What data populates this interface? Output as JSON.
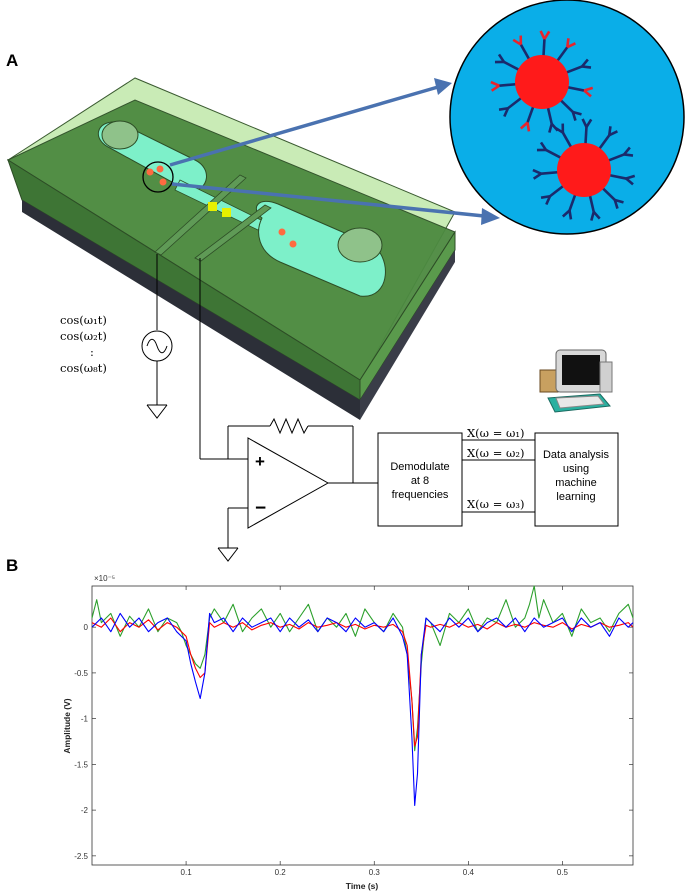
{
  "panels": {
    "a_label": "A",
    "b_label": "B"
  },
  "sources": [
    "cos(ω₁t)",
    "cos(ω₂t)",
    ":",
    "cos(ω₈t)"
  ],
  "opamp": {
    "plus": "+",
    "minus": "−"
  },
  "demod_box": [
    "Demodulate",
    "at 8",
    "frequencies"
  ],
  "outputs": [
    "X(ω = ω₁)",
    "X(ω = ω₂)",
    "X(ω = ω₃)"
  ],
  "analysis_box": [
    "Data analysis",
    "using",
    "machine",
    "learning"
  ],
  "colors": {
    "device_green": "#4a8a3e",
    "channel": "#7df0c9",
    "zoom_bg": "#0aaee8",
    "particle": "#ff1a1a",
    "antibody_dark": "#1a2a6c",
    "antibody_red": "#e8242c",
    "arrow": "#4a72b0"
  },
  "chart_data": {
    "type": "line",
    "xlabel": "Time (s)",
    "ylabel": "Amplitude (V)",
    "exponent_label": "×10⁻⁵",
    "xlim": [
      0.0,
      0.575
    ],
    "ylim": [
      -2.6,
      0.45
    ],
    "xticks": [
      0.1,
      0.2,
      0.3,
      0.4,
      0.5
    ],
    "xtick_labels": [
      "0.1",
      "0.2",
      "0.3",
      "0.4",
      "0.5"
    ],
    "yticks": [
      0,
      -0.5,
      -1,
      -1.5,
      -2,
      -2.5
    ],
    "ytick_labels": [
      "0",
      "-0.5",
      "-1",
      "-1.5",
      "-2",
      "-2.5"
    ],
    "series": [
      {
        "color": "#2ca02c",
        "x": [
          0.0,
          0.005,
          0.01,
          0.02,
          0.03,
          0.04,
          0.05,
          0.06,
          0.07,
          0.08,
          0.09,
          0.095,
          0.1,
          0.105,
          0.11,
          0.115,
          0.12,
          0.125,
          0.13,
          0.14,
          0.15,
          0.16,
          0.17,
          0.18,
          0.19,
          0.2,
          0.21,
          0.22,
          0.23,
          0.24,
          0.25,
          0.26,
          0.27,
          0.28,
          0.29,
          0.3,
          0.31,
          0.32,
          0.33,
          0.335,
          0.34,
          0.343,
          0.346,
          0.35,
          0.355,
          0.36,
          0.37,
          0.38,
          0.39,
          0.4,
          0.41,
          0.42,
          0.43,
          0.44,
          0.45,
          0.46,
          0.465,
          0.47,
          0.475,
          0.48,
          0.49,
          0.5,
          0.51,
          0.52,
          0.53,
          0.54,
          0.55,
          0.56,
          0.57,
          0.575
        ],
        "y": [
          0.1,
          0.3,
          0.05,
          0.15,
          -0.1,
          0.12,
          0.0,
          0.2,
          -0.05,
          0.1,
          0.05,
          -0.05,
          -0.2,
          -0.3,
          -0.4,
          -0.45,
          -0.3,
          0.1,
          0.2,
          0.05,
          0.25,
          -0.05,
          0.1,
          0.2,
          0.0,
          0.15,
          -0.05,
          0.1,
          0.25,
          -0.05,
          0.1,
          0.0,
          0.15,
          -0.1,
          0.2,
          0.05,
          -0.05,
          0.15,
          0.0,
          -0.3,
          -0.8,
          -1.35,
          -1.1,
          -0.4,
          0.1,
          0.05,
          -0.2,
          0.15,
          0.05,
          0.2,
          -0.05,
          0.1,
          0.05,
          0.3,
          0.0,
          0.1,
          0.25,
          0.45,
          0.1,
          0.3,
          0.05,
          0.15,
          -0.1,
          0.2,
          0.05,
          0.1,
          -0.05,
          0.15,
          0.25,
          0.1
        ]
      },
      {
        "color": "#ff0000",
        "x": [
          0.0,
          0.01,
          0.02,
          0.03,
          0.04,
          0.05,
          0.06,
          0.07,
          0.08,
          0.09,
          0.1,
          0.105,
          0.11,
          0.115,
          0.12,
          0.125,
          0.13,
          0.14,
          0.15,
          0.16,
          0.17,
          0.18,
          0.19,
          0.2,
          0.21,
          0.22,
          0.23,
          0.24,
          0.25,
          0.26,
          0.27,
          0.28,
          0.29,
          0.3,
          0.31,
          0.32,
          0.33,
          0.335,
          0.34,
          0.343,
          0.346,
          0.35,
          0.355,
          0.36,
          0.37,
          0.38,
          0.39,
          0.4,
          0.41,
          0.42,
          0.43,
          0.44,
          0.45,
          0.46,
          0.47,
          0.48,
          0.49,
          0.5,
          0.51,
          0.52,
          0.53,
          0.54,
          0.55,
          0.56,
          0.57,
          0.575
        ],
        "y": [
          0.05,
          0.0,
          0.1,
          -0.05,
          0.05,
          0.0,
          0.08,
          -0.03,
          0.05,
          0.0,
          -0.1,
          -0.3,
          -0.45,
          -0.55,
          -0.5,
          0.05,
          0.0,
          0.05,
          0.0,
          0.05,
          -0.03,
          0.02,
          0.05,
          0.0,
          0.03,
          -0.02,
          0.05,
          0.0,
          0.02,
          0.05,
          0.0,
          0.03,
          -0.02,
          0.02,
          0.0,
          0.03,
          -0.05,
          -0.2,
          -0.8,
          -1.3,
          -1.2,
          -0.3,
          0.02,
          0.0,
          0.03,
          0.0,
          0.05,
          0.0,
          0.03,
          -0.02,
          0.05,
          0.0,
          0.03,
          0.0,
          0.05,
          0.02,
          0.0,
          0.05,
          -0.02,
          0.03,
          0.0,
          0.05,
          0.0,
          0.02,
          0.05,
          0.0
        ]
      },
      {
        "color": "#0000ff",
        "x": [
          0.0,
          0.01,
          0.02,
          0.03,
          0.04,
          0.05,
          0.06,
          0.07,
          0.08,
          0.09,
          0.1,
          0.105,
          0.11,
          0.115,
          0.12,
          0.125,
          0.13,
          0.14,
          0.15,
          0.16,
          0.17,
          0.18,
          0.19,
          0.2,
          0.21,
          0.22,
          0.23,
          0.24,
          0.25,
          0.26,
          0.27,
          0.28,
          0.29,
          0.3,
          0.31,
          0.32,
          0.33,
          0.335,
          0.34,
          0.343,
          0.346,
          0.35,
          0.355,
          0.36,
          0.37,
          0.38,
          0.39,
          0.4,
          0.41,
          0.42,
          0.43,
          0.44,
          0.45,
          0.46,
          0.47,
          0.48,
          0.49,
          0.5,
          0.51,
          0.52,
          0.53,
          0.54,
          0.55,
          0.56,
          0.57,
          0.575
        ],
        "y": [
          0.0,
          0.1,
          -0.05,
          0.15,
          0.0,
          0.1,
          -0.05,
          0.05,
          0.1,
          -0.05,
          -0.15,
          -0.4,
          -0.6,
          -0.78,
          -0.5,
          0.15,
          0.05,
          0.1,
          -0.05,
          0.1,
          0.0,
          0.05,
          0.1,
          -0.05,
          0.1,
          0.0,
          0.08,
          -0.05,
          0.1,
          0.05,
          -0.05,
          0.1,
          0.0,
          0.05,
          -0.05,
          0.1,
          -0.1,
          -0.3,
          -1.2,
          -1.95,
          -1.6,
          -0.3,
          0.1,
          0.05,
          -0.05,
          0.1,
          0.0,
          0.1,
          -0.05,
          0.05,
          0.1,
          0.0,
          0.1,
          -0.05,
          0.1,
          0.0,
          0.05,
          0.1,
          -0.05,
          0.1,
          0.0,
          0.05,
          -0.1,
          0.1,
          0.0,
          0.05
        ]
      }
    ]
  }
}
